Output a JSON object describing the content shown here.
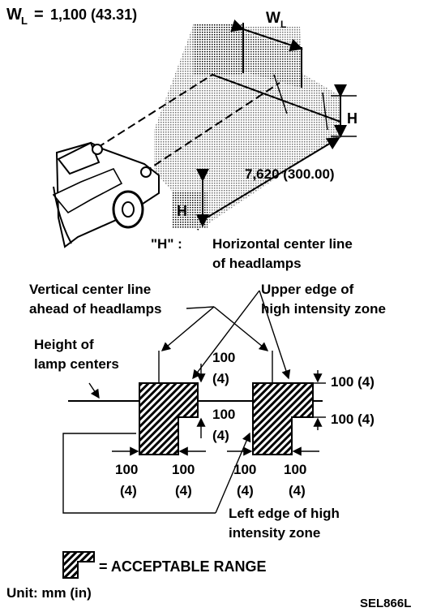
{
  "labels": {
    "wl_value": "1,100 (43.31)",
    "wl_symbol": "W",
    "wl_sub": "L",
    "wl_equals": "=",
    "h_right": "H",
    "h_left": "H",
    "distance": "7,620 (300.00)",
    "h_def_key": "\"H\" :",
    "h_def_line1": "Horizontal center line",
    "h_def_line2": "of headlamps",
    "vcl_line1": "Vertical center line",
    "vcl_line2": "ahead of headlamps",
    "upper_line1": "Upper edge of",
    "upper_line2": "high intensity zone",
    "height_line1": "Height of",
    "height_line2": "lamp centers",
    "dim_100_top": "100",
    "dim_4_top": "(4)",
    "dim_100_mid": "100",
    "dim_4_mid": "(4)",
    "dim_right_top": "100 (4)",
    "dim_right_bottom": "100 (4)",
    "b1_100": "100",
    "b1_4": "(4)",
    "b2_100": "100",
    "b2_4": "(4)",
    "b3_100": "100",
    "b3_4": "(4)",
    "b4_100": "100",
    "b4_4": "(4)",
    "left_edge_line1": "Left edge of high",
    "left_edge_line2": "intensity zone",
    "legend_text": "= ACCEPTABLE RANGE",
    "unit": "Unit:  mm (in)",
    "code": "SEL866L"
  }
}
